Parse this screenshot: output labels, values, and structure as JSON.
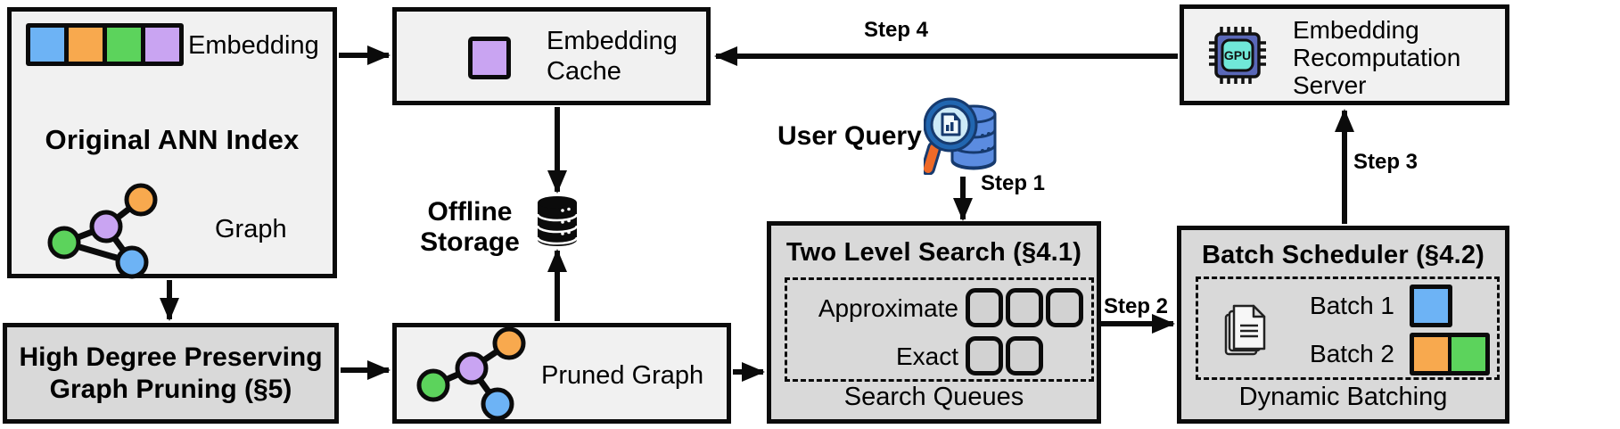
{
  "colors": {
    "blue": "#6db3f5",
    "orange": "#f8a94e",
    "green": "#5cd35c",
    "purple": "#c9a4f2",
    "gpu_chip_body": "#5a68b8",
    "gpu_chip_core": "#70e8d8",
    "db_blue": "#5b8ce0",
    "db_outline": "#163a6e",
    "magnifier_rim": "#2166b0",
    "magnifier_lens": "#cdeaf7",
    "magnifier_handle": "#ee6a28"
  },
  "original_index": {
    "title": "Original ANN Index",
    "embedding_label": "Embedding",
    "graph_label": "Graph"
  },
  "graph_pruning": {
    "line1": "High Degree Preserving",
    "line2": "Graph Pruning (§5)"
  },
  "embedding_cache": {
    "line1": "Embedding",
    "line2": "Cache"
  },
  "offline_storage": {
    "line1": "Offline",
    "line2": "Storage"
  },
  "pruned_graph": {
    "label": "Pruned Graph"
  },
  "user_query": {
    "label": "User Query"
  },
  "steps": {
    "s1": "Step 1",
    "s2": "Step 2",
    "s3": "Step 3",
    "s4": "Step 4"
  },
  "two_level_search": {
    "title": "Two Level Search (§4.1)",
    "approximate": "Approximate",
    "approximate_slots": 3,
    "exact": "Exact",
    "exact_slots": 2,
    "caption": "Search Queues"
  },
  "batch_scheduler": {
    "title": "Batch Scheduler (§4.2)",
    "batch1": "Batch 1",
    "batch2": "Batch 2",
    "caption": "Dynamic Batching"
  },
  "recomputation_server": {
    "line1": "Embedding",
    "line2": "Recomputation",
    "line3": "Server",
    "gpu_label": "GPU"
  }
}
